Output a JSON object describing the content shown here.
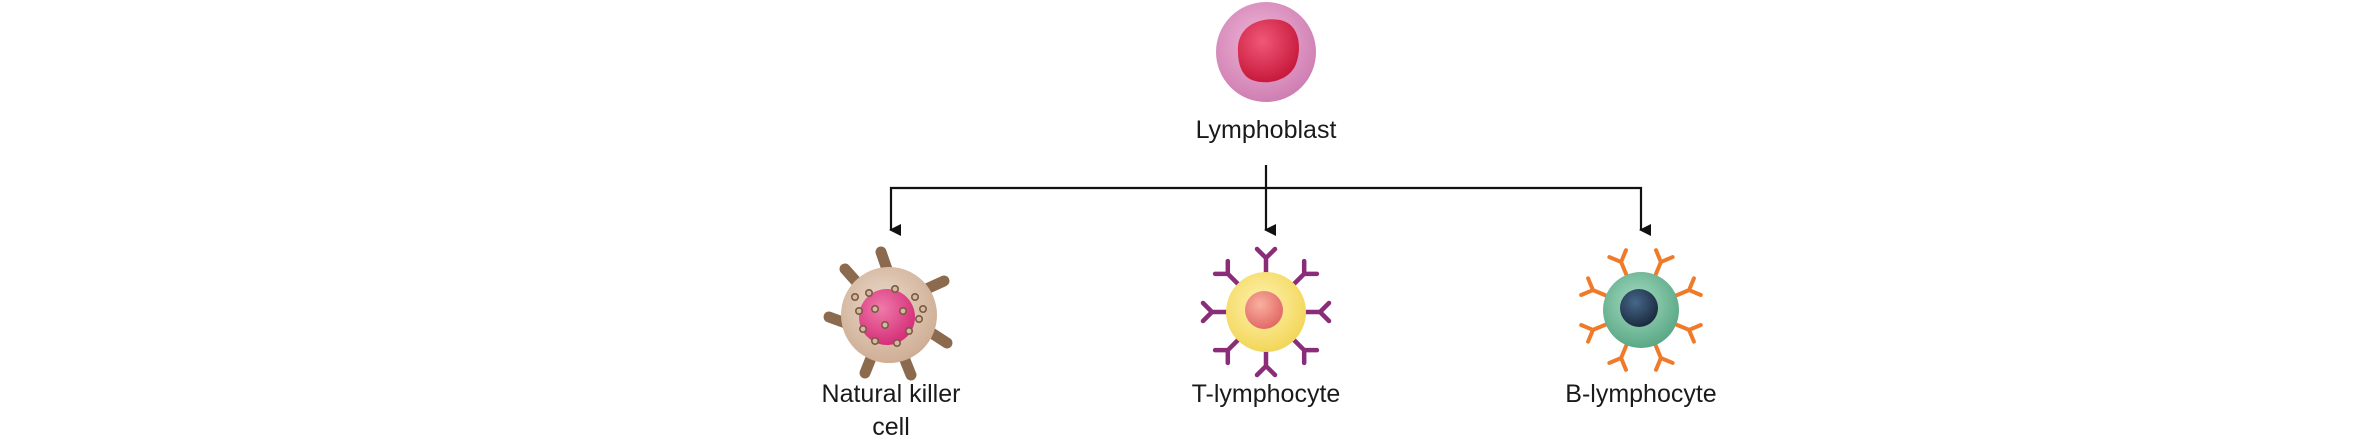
{
  "root": {
    "label": "Lymphoblast"
  },
  "children": [
    {
      "label_line1": "Natural killer",
      "label_line2": "cell",
      "icon": "natural-killer-cell-icon"
    },
    {
      "label_line1": "T-lymphocyte",
      "label_line2": "",
      "icon": "t-lymphocyte-icon"
    },
    {
      "label_line1": "B-lymphocyte",
      "label_line2": "",
      "icon": "b-lymphocyte-icon"
    }
  ],
  "colors": {
    "lymphoblast_outer": "#d88cbc",
    "lymphoblast_nucleus": "#d8204a",
    "nk_cytoplasm": "#d6b9a2",
    "nk_spikes": "#8b6a4d",
    "nk_nucleus": "#dc3c82",
    "t_cytoplasm": "#f6e27a",
    "t_nucleus": "#f08878",
    "t_receptors": "#8a2c78",
    "b_cytoplasm": "#6fb99a",
    "b_nucleus": "#25384e",
    "b_receptors": "#ef7b2a",
    "connector": "#111111"
  }
}
